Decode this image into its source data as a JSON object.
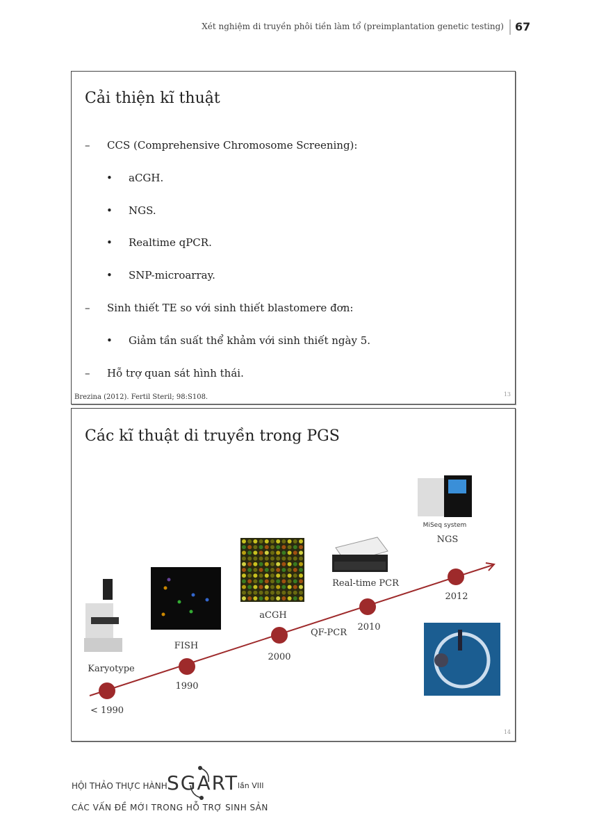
{
  "header": {
    "running_title": "Xét nghiệm di truyền phôi tiền làm tổ (preimplantation genetic testing)",
    "page_number": "67"
  },
  "slide1": {
    "title": "Cải thiện kĩ thuật",
    "items": [
      {
        "marker": "–",
        "text": "CCS (Comprehensive Chromosome Screening):"
      },
      {
        "marker": "•",
        "text": "aCGH."
      },
      {
        "marker": "•",
        "text": "NGS."
      },
      {
        "marker": "•",
        "text": "Realtime qPCR."
      },
      {
        "marker": "•",
        "text": "SNP-microarray."
      },
      {
        "marker": "–",
        "text": "Sinh thiết TE so với sinh thiết blastomere đơn:"
      },
      {
        "marker": "•",
        "text": "Giảm tần suất thể khảm với sinh thiết ngày 5."
      },
      {
        "marker": "–",
        "text": "Hỗ trợ quan sát hình thái."
      }
    ],
    "citation": "Brezina (2012). Fertil Steril; 98:S108.",
    "slide_number": "13"
  },
  "slide2": {
    "title": "Các kĩ thuật di truyền trong PGS",
    "timeline": [
      {
        "method": "Karyotype",
        "year": "< 1990"
      },
      {
        "method": "FISH",
        "year": "1990"
      },
      {
        "method": "aCGH",
        "year": "2000"
      },
      {
        "method": "Real-time PCR",
        "year": "2010"
      },
      {
        "method": "NGS",
        "year": "2012"
      }
    ],
    "extra_label": "QF-PCR",
    "image_caption": "MiSeq system",
    "accent_color": "#9e2a2b",
    "slide_number": "14"
  },
  "footer": {
    "line1": "HỘI THẢO THỰC HÀNH",
    "logo": "SGART",
    "edition": "lần VIII",
    "line2": "CÁC VẤN ĐỀ MỚI TRONG HỖ TRỢ SINH SẢN"
  }
}
